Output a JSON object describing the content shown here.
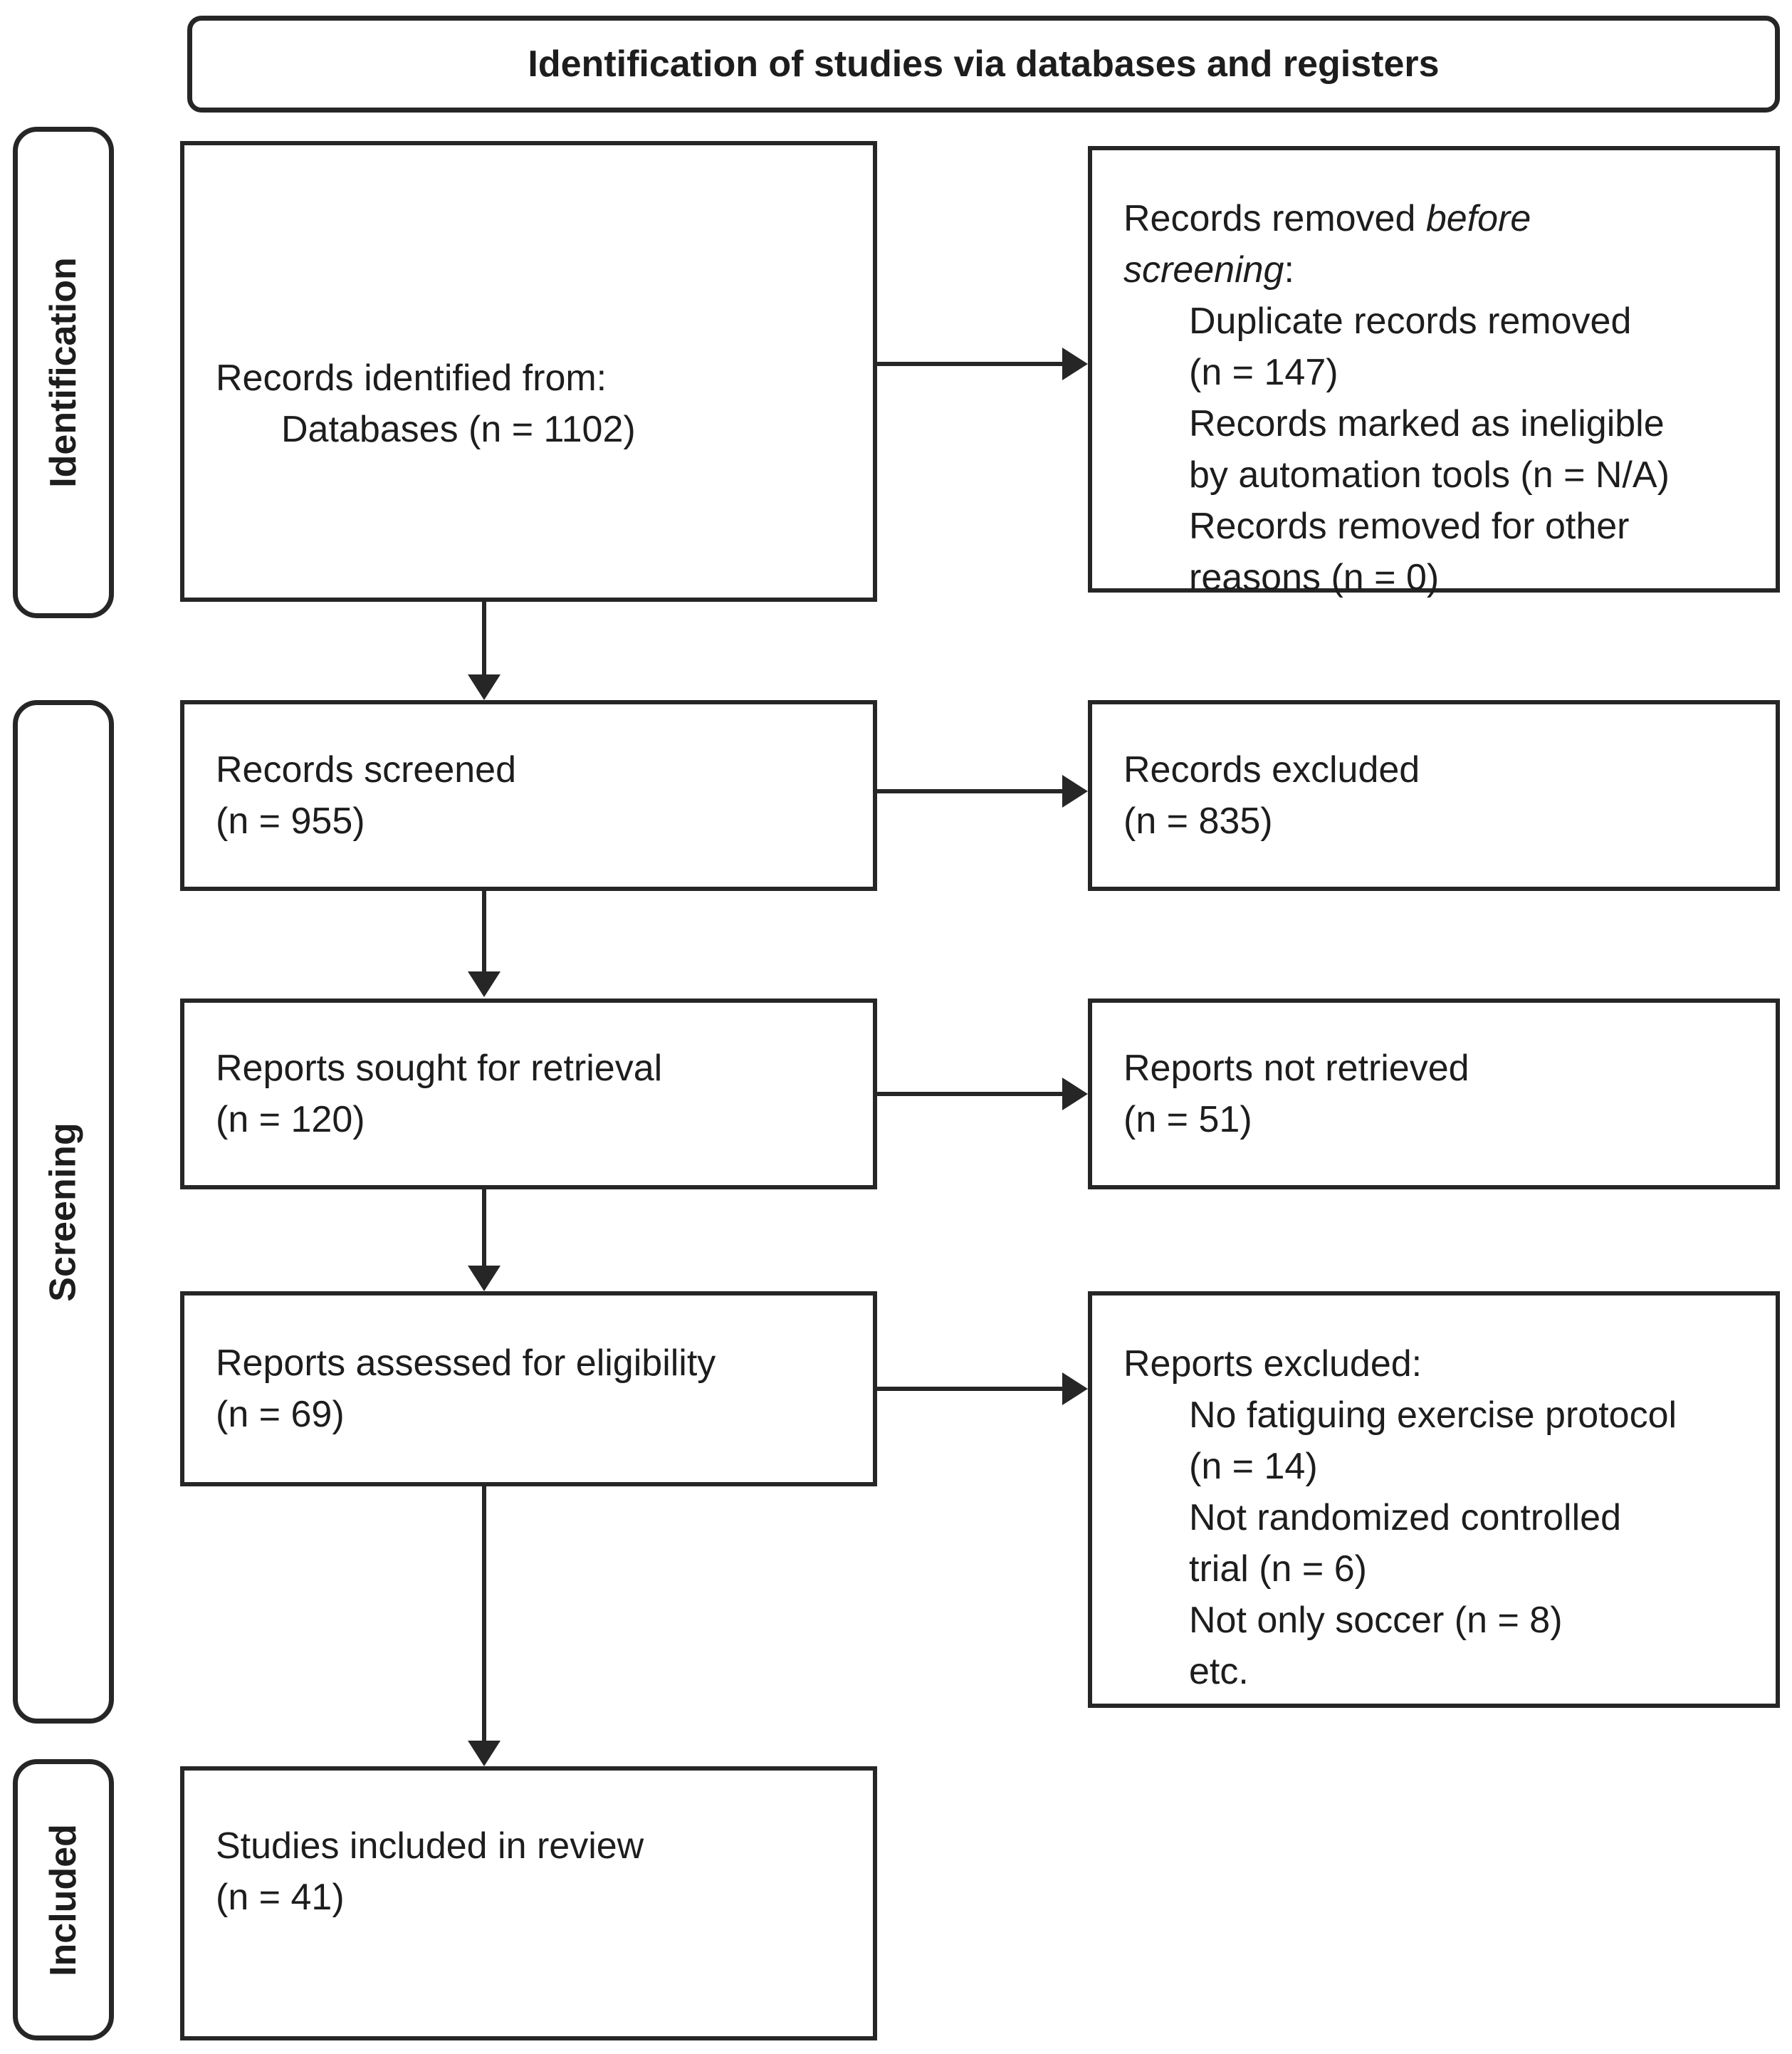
{
  "header": {
    "title": "Identification of studies via databases and registers"
  },
  "stages": [
    {
      "label": "Identification"
    },
    {
      "label": "Screening"
    },
    {
      "label": "Included"
    }
  ],
  "boxes": {
    "identified": {
      "line1": "Records identified from:",
      "line2": "Databases (n = 1102)"
    },
    "removed": {
      "title_line1_regular": "Records removed ",
      "title_line1_italic": "before",
      "title_line2_italic": "screening",
      "title_line2_regular": ":",
      "item_lines": [
        "Duplicate records removed",
        "(n = 147)",
        "Records marked as ineligible",
        "by automation tools (n = N/A)",
        "Records removed for other",
        "reasons (n = 0)"
      ]
    },
    "screened": {
      "line1": "Records screened",
      "line2": "(n = 955)"
    },
    "records_excluded": {
      "line1": "Records excluded",
      "line2": "(n = 835)"
    },
    "sought": {
      "line1": "Reports sought for retrieval",
      "line2": "(n = 120)"
    },
    "not_retrieved": {
      "line1": "Reports not retrieved",
      "line2": "(n = 51)"
    },
    "assessed": {
      "line1": "Reports assessed for eligibility",
      "line2": "(n = 69)"
    },
    "reports_excluded": {
      "title": "Reports excluded:",
      "item_lines": [
        "No fatiguing exercise protocol",
        "(n = 14)",
        "Not randomized controlled",
        "trial (n = 6)",
        "Not only soccer (n = 8)",
        "etc."
      ]
    },
    "included": {
      "line1": "Studies included in review",
      "line2": "(n = 41)"
    }
  },
  "colors": {
    "border": "#262626",
    "text": "#1d1d1d",
    "background": "#ffffff"
  }
}
